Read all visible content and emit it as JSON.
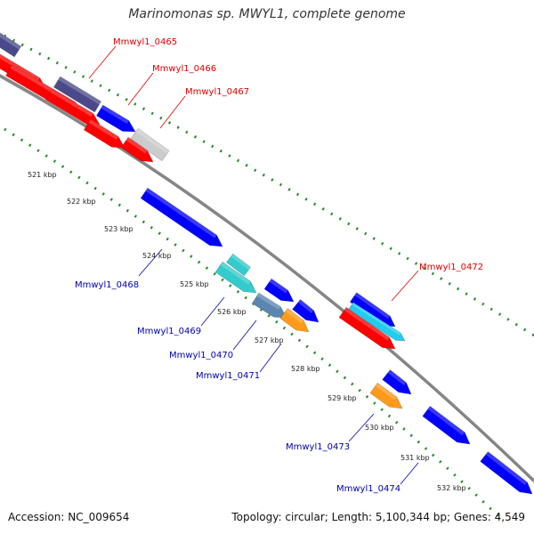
{
  "title": "Marinomonas sp. MWYL1, complete genome",
  "footer": {
    "accession": "Accession: NC_009654",
    "stats": "Topology: circular; Length: 5,100,344 bp; Genes: 4,549"
  },
  "colors": {
    "backbone": "#888888",
    "tick": "#228b22",
    "label_forward": "#dd0000",
    "label_reverse": "#0000aa",
    "gene_red": "#ff0000",
    "gene_blue": "#0000ff",
    "gene_navy": "#4a4a8a",
    "gene_gray": "#cccccc",
    "gene_cyan": "#33cccc",
    "gene_steel": "#5a86b0",
    "gene_orange": "#ff9a1a",
    "gene_sky": "#22ccee"
  },
  "kbp_ticks": [
    "521 kbp",
    "522 kbp",
    "523 kbp",
    "524 kbp",
    "525 kbp",
    "526 kbp",
    "527 kbp",
    "528 kbp",
    "529 kbp",
    "530 kbp",
    "531 kbp",
    "532 kbp"
  ],
  "gene_labels": [
    {
      "name": "Mmwyl1_0465",
      "strand": "forward"
    },
    {
      "name": "Mmwyl1_0466",
      "strand": "forward"
    },
    {
      "name": "Mmwyl1_0467",
      "strand": "forward"
    },
    {
      "name": "Mmwyl1_0472",
      "strand": "forward"
    },
    {
      "name": "Mmwyl1_0468",
      "strand": "reverse"
    },
    {
      "name": "Mmwyl1_0469",
      "strand": "reverse"
    },
    {
      "name": "Mmwyl1_0470",
      "strand": "reverse"
    },
    {
      "name": "Mmwyl1_0471",
      "strand": "reverse"
    },
    {
      "name": "Mmwyl1_0473",
      "strand": "reverse"
    },
    {
      "name": "Mmwyl1_0474",
      "strand": "reverse"
    }
  ]
}
